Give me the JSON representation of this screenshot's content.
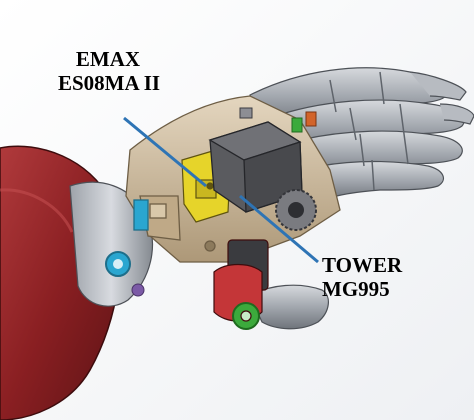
{
  "labels": {
    "emax_line1": "EMAX",
    "emax_line2": "ES08MA II",
    "tower_line1": "TOWER",
    "tower_line2": "MG995"
  },
  "colors": {
    "background": "#ffffff",
    "arm_red": "#8a1f22",
    "frame_beige": "#cbb89b",
    "finger_gray": "#9a9fa6",
    "servo_yellow": "#e6d42a",
    "servo_dark": "#4e4f52",
    "pointer_blue": "#2e74b5",
    "accent_green": "#3caa3c",
    "accent_cyan": "#2aa6d0"
  }
}
